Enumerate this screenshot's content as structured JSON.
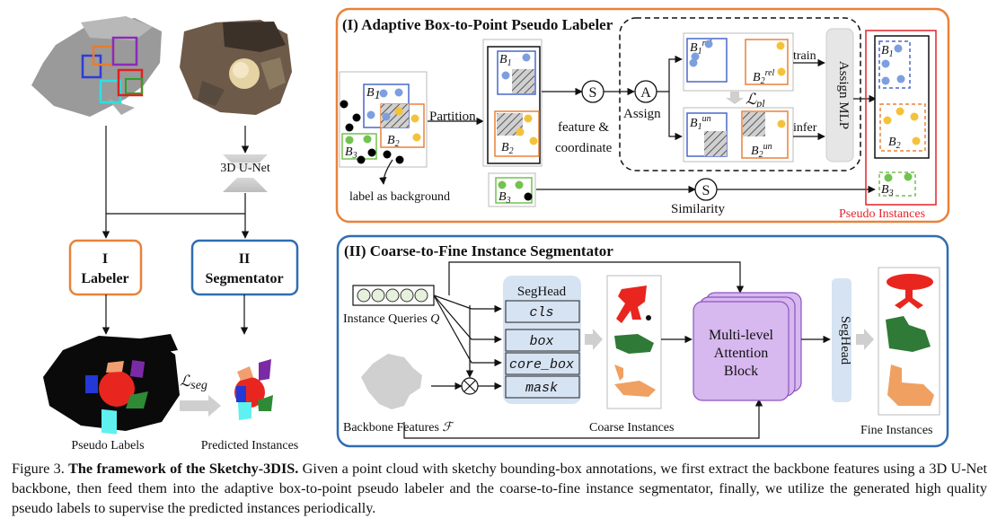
{
  "left": {
    "unet_label": "3D U-Net",
    "labeler": {
      "num": "I",
      "name": "Labeler"
    },
    "segmentator": {
      "num": "II",
      "name": "Segmentator"
    },
    "loss_symbol": "ℒ",
    "loss_sub": "seg",
    "pseudo_labels": "Pseudo Labels",
    "predicted_instances": "Predicted Instances"
  },
  "panel1": {
    "title": "(I) Adaptive Box-to-Point Pseudo Labeler",
    "partition": "Partition",
    "label_as_background": "label as background",
    "feature": "feature &",
    "coordinate": "coordinate",
    "assign": "Assign",
    "assign_mlp": "Assign MLP",
    "train": "train",
    "infer": "infer",
    "similarity": "Similarity",
    "pseudo_instances": "Pseudo Instances",
    "loss_symbol": "ℒ",
    "loss_sub": "pl",
    "s_symbol": "S",
    "a_symbol": "A",
    "box_b": "B",
    "sub1": "1",
    "sub2": "2",
    "sub3": "3",
    "sup_rel": "rel",
    "sup_un": "un"
  },
  "panel2": {
    "title": "(II) Coarse-to-Fine Instance Segmentator",
    "instance_queries": "Instance Queries ",
    "q_symbol": "Q",
    "seghead": "SegHead",
    "items": [
      "cls",
      "box",
      "core_box",
      "mask"
    ],
    "backbone": "Backbone Features ",
    "f_symbol": "ℱ",
    "coarse_instances": "Coarse Instances",
    "mla_line1": "Multi-level",
    "mla_line2": "Attention",
    "mla_line3": "Block",
    "seghead2": "SegHead",
    "fine_instances": "Fine Instances"
  },
  "caption": {
    "label": "Figure 3.",
    "title": "The framework of the Sketchy-3DIS.",
    "text": "Given a point cloud with sketchy bounding-box annotations, we first extract the backbone features using a 3D U-Net backbone, then feed them into the adaptive box-to-point pseudo labeler and the coarse-to-fine instance segmentator, finally, we utilize the generated high quality pseudo labels to supervise the predicted instances periodically."
  },
  "colors": {
    "orange": "#e8823a",
    "blue": "#2f6db3",
    "red": "#e3242b",
    "purple": "#d7b8ef",
    "seghead_bg": "#d6e3f2",
    "point_blue": "#7d9fe0",
    "point_yellow": "#f4c23a",
    "point_green": "#72c24f"
  }
}
